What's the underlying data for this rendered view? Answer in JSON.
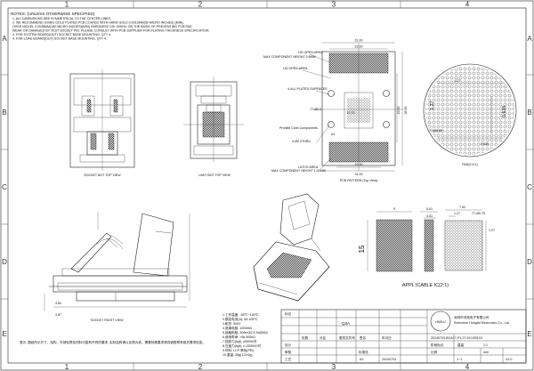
{
  "zones": {
    "cols": [
      "1",
      "2",
      "3",
      "4"
    ],
    "rows": [
      "A",
      "B",
      "C",
      "D",
      "E"
    ]
  },
  "notes": {
    "title": "NOTES: (UNLESS OTHERWISE SPECIFIED)",
    "lines": [
      "1. ALL DIMENSIONS ARE SYMMETRICAL TO THE CENTER LINES.",
      "2. WE RECOMMEND USING GOLD PLATED PCB COATED WITH HARD GOLD 0.0013MM(50 MICRO INCHES) (MIN),",
      "OVER NICKEL 0.0038MM(150 MICRO INCHES)(MIN) HARDNESS 130~200HV, ON THE BASIS OF PREVENTING PCB PAD",
      "WEAR OR DAMAGED BY TEST SOCKET PIN. PLEASE CONSULT WITH PCB SUPPLIER FOR PLATING THICKNESS SPECIFICATION.",
      "3. FOR SYSTEM BOARD(DUT) SOCKET BASE MOUNTING, QTY 4.",
      "4. FOR LOAD BOARD(DUT) SOCKET BASE MOUNTING, QTY 4."
    ]
  },
  "views": {
    "socket_top": "SOCKET BOT TOP VIEW",
    "limit_bot_top": "LIMIT BOT TOP VIEW",
    "pcb_pattern": "PCB PATTERN (Top View)",
    "pad": "PAD(2.5:1)",
    "socket_right": "SOCKET RIGHT VIEW",
    "applicable_ic": "APPL ICABLE IC(2:1)"
  },
  "pcb_labels": {
    "lid_open_max": "LID OPEN AREA",
    "max_component_height": "MAX COMPONENT HEIGHT 0.6MM",
    "lid_open_area": "LID OPEN AREA",
    "pcb_pads": "4-ALL PLATED SURFACES",
    "thru": "4-Ø2.2THRU",
    "prohibit": "Prohibit Cloth Components",
    "latch_area": "LATCH AREA",
    "max_component_height2": "MAX COMPONENT HEIGHT 1.00MM",
    "a1": "A1",
    "c77": "77-Ø0.4"
  },
  "dims": {
    "pcb_top_w1": "31.00",
    "pcb_top_w2": "22.00",
    "pcb_bottom_w": "31.00",
    "pcb_bottom_w2": "19.30",
    "pcb_h_side": "38.00",
    "pcb_h_side2": "29.00",
    "pcb_pitch": "12.70",
    "pad_a": "1.27",
    "pad_b": "0.635",
    "pad_c": "0.635",
    "pad_d": "77-Ø0.85",
    "ic_w": "9",
    "ic_a": "5.01",
    "ic_b": "4.41",
    "ic_c": "7.62",
    "ic_d": "1.27",
    "ic_e": "77-Ø0.75",
    "ic_h": "15",
    "ic_f": "1.27",
    "socket_a": "4.50",
    "socket_b": "3.87"
  },
  "spec": {
    "lines": [
      "1.工作温度: -55℃~150℃",
      "2.额定电流(A): 3A  105℃",
      "3.耐压: 500V",
      "4.绝缘电阻: 1000MΩ",
      "5.接触电阻: 300mΩ/C4.5d(50Ω)",
      "6.使用寿命: >5k 500kΩ",
      "7.插拔力(kgf): ≥50000次",
      "8.压盖力(kgf): ≥ 10000小时",
      "9.材料: LCP 黑色(PEI)",
      "10.重量: 28g(1.2±1g)"
    ]
  },
  "footnote": "提示: 图纸所示尺寸、结构、外部轮廓及材料可能有不同的要求, 实际结构请以实物为准。需要特殊要求请向销售联系相关需求信息。",
  "titleblock": {
    "company_cn": "深圳市鸿拓电子有限公司",
    "company_en": "Shenzhen Hongtai Electronics Co., Ltd.",
    "logo": "HMILU",
    "part_no": "20240703-BGA77-P1.27-5X13S5.01",
    "scale": "1:1",
    "unit": "mm",
    "sheet": "1~1",
    "version": "V2.0",
    "date": "20240704",
    "ver_label": "A2",
    "hdr1": "标记",
    "hdr2": "处数",
    "hdr3": "分区",
    "hdr4": "更改文件号",
    "hdr5": "签名",
    "hdr6": "年月日",
    "r1": "设计",
    "r2": "审核",
    "r3": "工艺",
    "r4": "标准化",
    "c1": "阶段标记",
    "c2": "重量",
    "c3": "比例",
    "rev_mark": "Q2A"
  }
}
